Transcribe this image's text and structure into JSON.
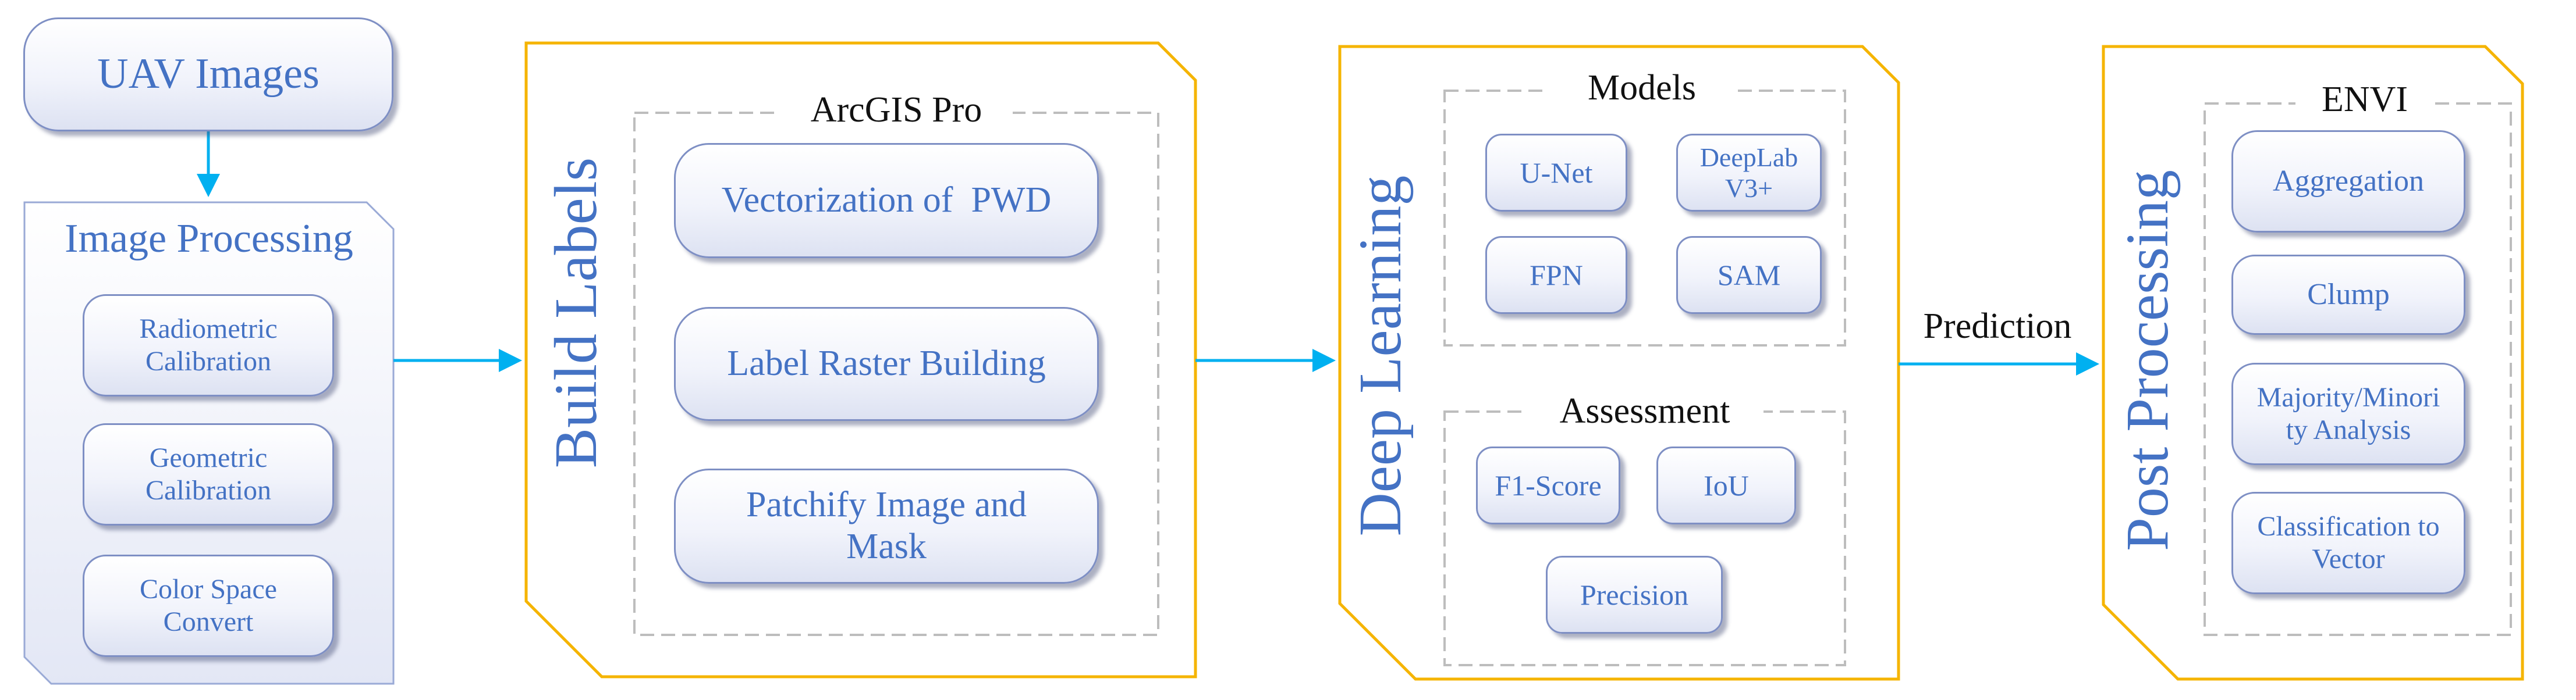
{
  "uav": {
    "title": "UAV Images"
  },
  "image_processing": {
    "title": "Image Processing",
    "steps": [
      "Radiometric\nCalibration",
      "Geometric\nCalibration",
      "Color Space\nConvert"
    ]
  },
  "build_labels": {
    "title": "Build  Labels",
    "group_title": "ArcGIS Pro",
    "steps": [
      "Vectorization of  PWD",
      "Label Raster Building",
      "Patchify Image and\nMask"
    ]
  },
  "deep_learning": {
    "title": "Deep Learning",
    "models": {
      "title": "Models",
      "items": [
        "U-Net",
        "DeepLab\nV3+",
        "FPN",
        "SAM"
      ]
    },
    "assessment": {
      "title": "Assessment",
      "items": [
        "F1-Score",
        "IoU",
        "Precision"
      ]
    }
  },
  "prediction": {
    "label": "Prediction"
  },
  "post_processing": {
    "title": "Post  Processing",
    "group_title": "ENVI",
    "steps": [
      "Aggregation",
      "Clump",
      "Majority/Minori\nty Analysis",
      "Classification to\nVector"
    ]
  },
  "colors": {
    "accent_blue": "#4472c4",
    "arrow": "#00b0f0",
    "frame_gold": "#f5b400",
    "node_border": "#7e8fc4",
    "dashed_gray": "#bdbdbd"
  }
}
